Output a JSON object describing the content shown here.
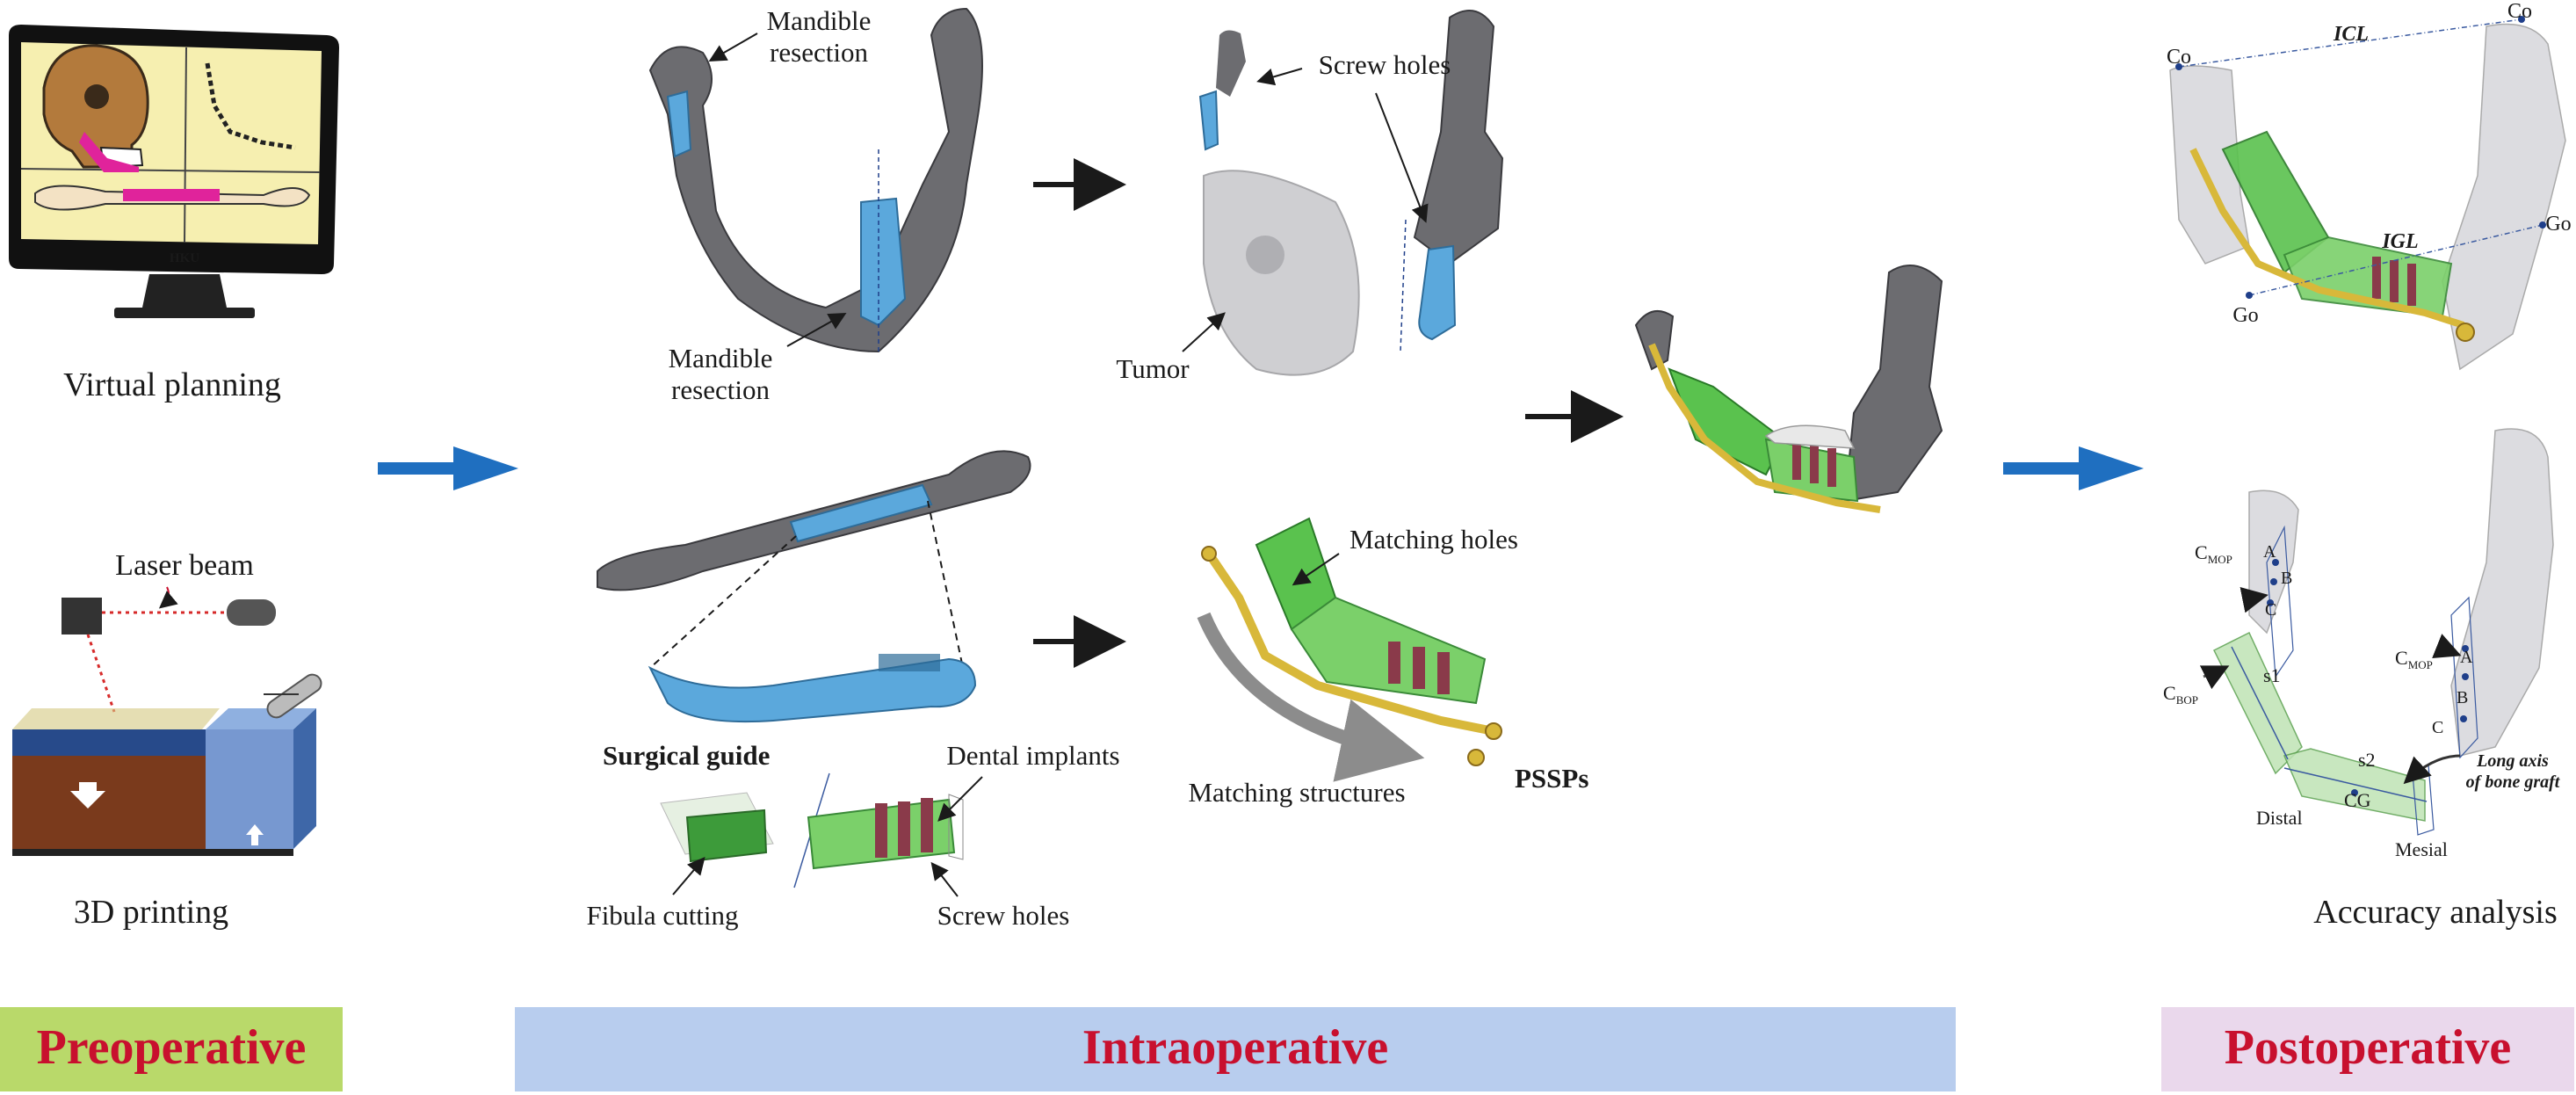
{
  "colors": {
    "preop_band": "#b9d96a",
    "intraop_band": "#b8cdee",
    "postop_band": "#ead8ec",
    "phase_text": "#c8102e",
    "flow_arrow": "#1f6fc0",
    "bone": "#6c6c70",
    "guide": "#5ba8dc",
    "graft": "#7bd06a",
    "plate": "#d8b83a",
    "implant": "#8a3a4a",
    "laser": "#d62a2a"
  },
  "phases": {
    "preoperative": "Preoperative",
    "intraoperative": "Intraoperative",
    "postoperative": "Postoperative"
  },
  "preop": {
    "monitor_brand": "HKU",
    "virtual_planning": "Virtual planning",
    "laser_beam": "Laser beam",
    "printing": "3D printing"
  },
  "intraop": {
    "mandible_resection_top": [
      "Mandible",
      "resection"
    ],
    "mandible_resection_bottom": [
      "Mandible",
      "resection"
    ],
    "screw_holes_top": "Screw holes",
    "tumor": "Tumor",
    "surgical_guide": "Surgical guide",
    "dental_implants": "Dental implants",
    "fibula_cutting": "Fibula cutting",
    "screw_holes_bottom": "Screw holes",
    "matching_holes": "Matching holes",
    "matching_structures": "Matching structures",
    "pssps": "PSSPs"
  },
  "postop": {
    "co_left": "Co",
    "co_right": "Co",
    "icl": "ICL",
    "igl": "IGL",
    "go_left": "Go",
    "go_right": "Go",
    "c_mop_left": {
      "base": "C",
      "sub": "MOP"
    },
    "c_mop_right": {
      "base": "C",
      "sub": "MOP"
    },
    "c_bop": {
      "base": "C",
      "sub": "BOP"
    },
    "pt_a_left": "A",
    "pt_b_left": "B",
    "pt_c_left": "C",
    "pt_a_right": "A",
    "pt_b_right": "B",
    "pt_c_right": "C",
    "s1": "s1",
    "s2": "s2",
    "cg": "CG",
    "distal": "Distal",
    "mesial": "Mesial",
    "long_axis": [
      "Long axis",
      "of bone graft"
    ],
    "accuracy": "Accuracy analysis"
  }
}
